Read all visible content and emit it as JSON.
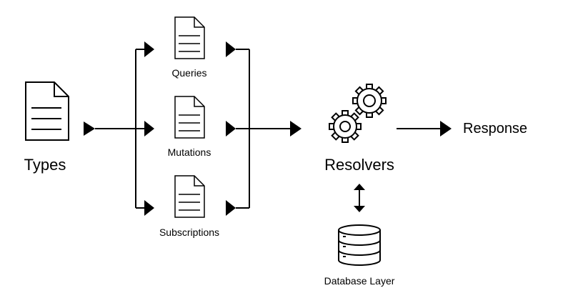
{
  "labels": {
    "types": "Types",
    "queries": "Queries",
    "mutations": "Mutations",
    "subscriptions": "Subscriptions",
    "resolvers": "Resolvers",
    "response": "Response",
    "database": "Database Layer"
  },
  "icons": {
    "types": "document-icon",
    "queries": "document-icon",
    "mutations": "document-icon",
    "subscriptions": "document-icon",
    "resolvers": "gears-icon",
    "database": "database-icon"
  },
  "colors": {
    "stroke": "#000000",
    "background": "#ffffff"
  }
}
